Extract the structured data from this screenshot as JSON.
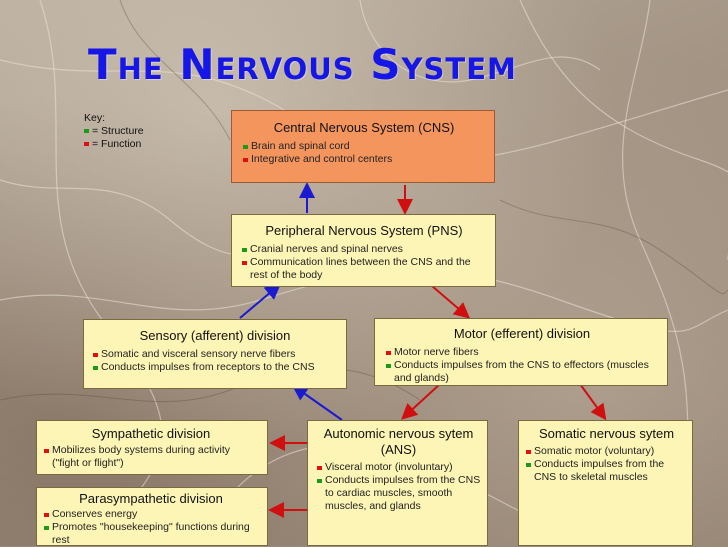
{
  "title": "The Nervous System",
  "key": {
    "heading": "Key:",
    "structure": "= Structure",
    "function": "= Function"
  },
  "boxes": {
    "cns": {
      "heading": "Central Nervous System (CNS)",
      "items": [
        {
          "type": "structure",
          "text": "Brain and spinal cord"
        },
        {
          "type": "function",
          "text": "Integrative and control centers"
        }
      ]
    },
    "pns": {
      "heading": "Peripheral Nervous System (PNS)",
      "items": [
        {
          "type": "structure",
          "text": "Cranial nerves and spinal nerves"
        },
        {
          "type": "function",
          "text": "Communication lines between the CNS and the rest of the body"
        }
      ]
    },
    "sensory": {
      "heading": "Sensory (afferent) division",
      "items": [
        {
          "type": "function",
          "text": "Somatic and visceral sensory nerve fibers"
        },
        {
          "type": "structure",
          "text": "Conducts impulses from receptors to the CNS"
        }
      ]
    },
    "motor": {
      "heading": "Motor (efferent) division",
      "items": [
        {
          "type": "function",
          "text": "Motor nerve fibers"
        },
        {
          "type": "structure",
          "text": "Conducts impulses from the CNS to effectors (muscles and glands)"
        }
      ]
    },
    "sympathetic": {
      "heading": "Sympathetic division",
      "items": [
        {
          "type": "function",
          "text": "Mobilizes body systems during activity (\"fight or flight\")"
        }
      ]
    },
    "parasympathetic": {
      "heading": "Parasympathetic division",
      "items": [
        {
          "type": "function",
          "text": "Conserves energy"
        },
        {
          "type": "structure",
          "text": "Promotes \"housekeeping\" functions during rest"
        }
      ]
    },
    "autonomic": {
      "heading": "Autonomic nervous sytem (ANS)",
      "items": [
        {
          "type": "function",
          "text": "Visceral motor (involuntary)"
        },
        {
          "type": "structure",
          "text": "Conducts impulses from the CNS to cardiac muscles, smooth muscles, and glands"
        }
      ]
    },
    "somatic": {
      "heading": "Somatic nervous sytem",
      "items": [
        {
          "type": "function",
          "text": "Somatic motor (voluntary)"
        },
        {
          "type": "structure",
          "text": "Conducts impulses from the CNS to skeletal muscles"
        }
      ]
    }
  },
  "colors": {
    "title": "#1616e6",
    "structure_bullet": "#1a9a1a",
    "function_bullet": "#e01010",
    "afferent_arrow": "#1a1ad0",
    "efferent_arrow": "#d01010",
    "box_fill": "#fdf5b5",
    "cns_fill": "#f4955e"
  }
}
